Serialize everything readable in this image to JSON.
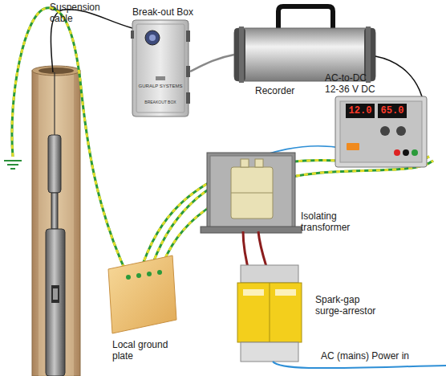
{
  "diagram": {
    "labels": [
      "Suspension cable",
      "Break-out Box",
      "Recorder",
      "AC-to-DC 12-36 V DC",
      "12.0",
      "65.0",
      "Isolating transformer",
      "Local ground plate",
      "Spark-gap surge-arrestor",
      "AC (mains) Power in",
      "GURALP SYSTEMS",
      "BREAKOUT BOX"
    ]
  }
}
